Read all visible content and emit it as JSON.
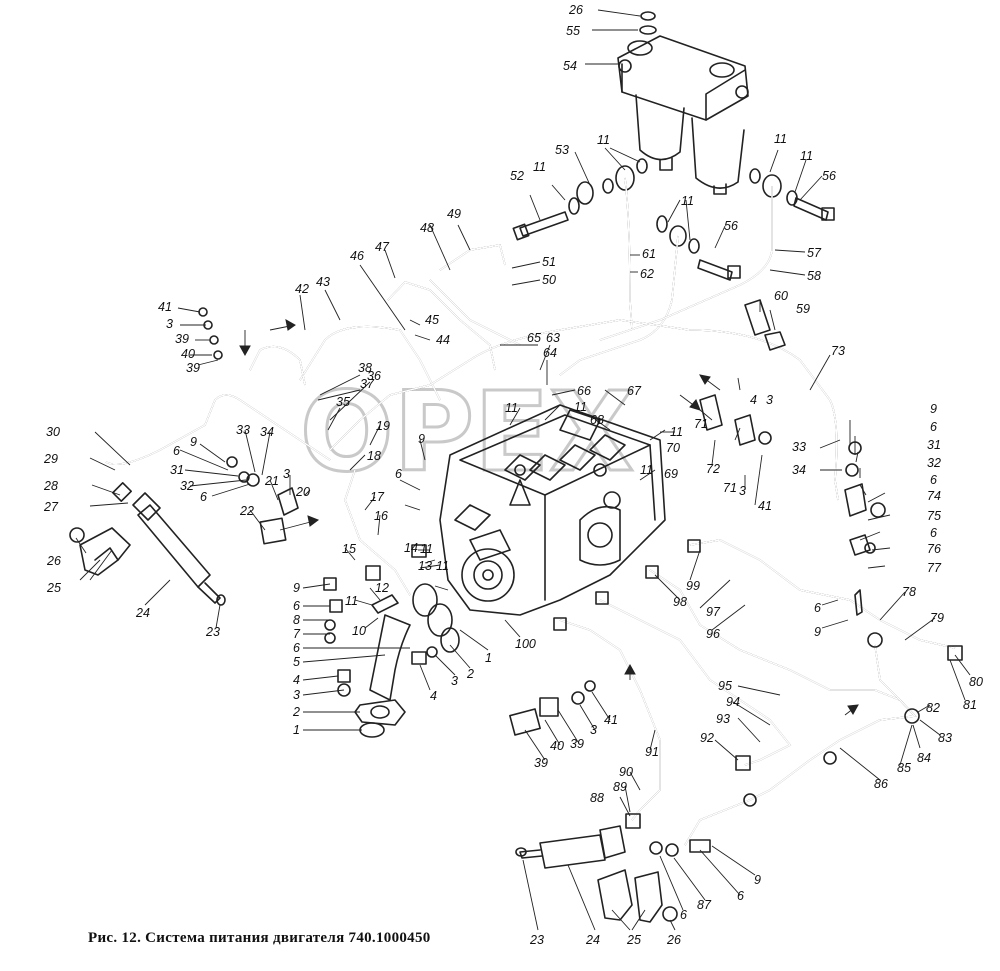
{
  "caption": "Рис. 12. Система питания двигателя 740.1000450",
  "watermark": "OPEX",
  "callout_labels": {
    "c26t": "26",
    "c55": "55",
    "c54": "54",
    "c53": "53",
    "c11a": "11",
    "c52": "52",
    "c11b": "11",
    "c11c": "11",
    "c11d": "11",
    "c56a": "56",
    "c11e": "11",
    "c56b": "56",
    "c57": "57",
    "c58": "58",
    "c49": "49",
    "c48": "48",
    "c47": "47",
    "c46": "46",
    "c51": "51",
    "c50": "50",
    "c61": "61",
    "c62": "62",
    "c41a": "41",
    "c3a": "3",
    "c39a": "39",
    "c40a": "40",
    "c39b": "39",
    "c42": "42",
    "c43": "43",
    "c45": "45",
    "c44": "44",
    "c65": "65",
    "c63": "63",
    "c64": "64",
    "c60": "60",
    "c59": "59",
    "c73": "73",
    "c38": "38",
    "c37": "37",
    "c36": "36",
    "c35": "35",
    "c66": "66",
    "c67": "67",
    "c11f": "11",
    "c11g": "11",
    "c68": "68",
    "c11h": "11",
    "c70": "70",
    "c71a": "71",
    "c72": "72",
    "c71b": "71",
    "c4a": "4",
    "c3b": "3",
    "c41b": "41",
    "c3c": "3",
    "c30": "30",
    "c29": "29",
    "c28": "28",
    "c27": "27",
    "c33a": "33",
    "c34a": "34",
    "c9a": "9",
    "c6a": "6",
    "c31a": "31",
    "c32a": "32",
    "c6b": "6",
    "c21": "21",
    "c3d": "3",
    "c20": "20",
    "c19": "19",
    "c18": "18",
    "c17": "17",
    "c16": "16",
    "c22": "22",
    "c9b": "9",
    "c6c": "6",
    "c26a": "26",
    "c25a": "25",
    "c24a": "24",
    "c23a": "23",
    "c11i": "11",
    "c69": "69",
    "c9c": "9",
    "c6d": "6",
    "c31b": "31",
    "c32b": "32",
    "c6e": "6",
    "c74": "74",
    "c75": "75",
    "c6f": "6",
    "c76": "76",
    "c77": "77",
    "c33b": "33",
    "c34b": "34",
    "c14": "14",
    "c11j": "11",
    "c13": "13",
    "c11k": "11",
    "c15": "15",
    "c12": "12",
    "c9d": "9",
    "c6g": "6",
    "c8": "8",
    "c7": "7",
    "c11l": "11",
    "c10": "10",
    "c6h": "6",
    "c5": "5",
    "c4b": "4",
    "c3e": "3",
    "c2a": "2",
    "c1a": "1",
    "c4c": "4",
    "c3f": "3",
    "c2b": "2",
    "c1b": "1",
    "c100": "100",
    "c99": "99",
    "c98": "98",
    "c97": "97",
    "c96": "96",
    "c6i": "6",
    "c9e": "9",
    "c78": "78",
    "c79": "79",
    "c80": "80",
    "c81": "81",
    "c82": "82",
    "c83": "83",
    "c84": "84",
    "c85": "85",
    "c86": "86",
    "c95": "95",
    "c94": "94",
    "c93": "93",
    "c92": "92",
    "c91": "91",
    "c90": "90",
    "c89": "89",
    "c88": "88",
    "c39c": "39",
    "c40b": "40",
    "c39d": "39",
    "c3g": "3",
    "c41c": "41",
    "c23b": "23",
    "c24b": "24",
    "c25b": "25",
    "c26b": "26",
    "c6j": "6",
    "c87": "87",
    "c6k": "6",
    "c9f": "9"
  },
  "colors": {
    "ink": "#222222",
    "paper": "#ffffff",
    "watermark": "#c9c9c9"
  }
}
